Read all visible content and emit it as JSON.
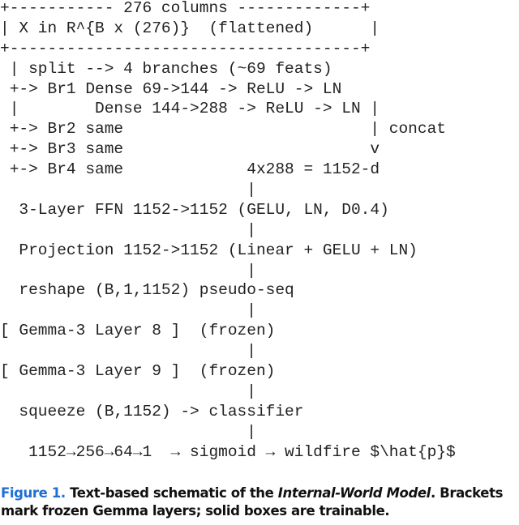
{
  "schematic_lines": [
    "+----------- 276 columns -------------+",
    "| X in R^{B x (276)}  (flattened)      |",
    "+-------------------------------------+",
    " | split --> 4 branches (~69 feats)",
    " +-> Br1 Dense 69->144 -> ReLU -> LN",
    " |        Dense 144->288 -> ReLU -> LN |",
    " +-> Br2 same                          | concat",
    " +-> Br3 same                          v",
    " +-> Br4 same             4x288 = 1152-d",
    "                          |",
    "  3-Layer FFN 1152->1152 (GELU, LN, D0.4)",
    "                          |",
    "  Projection 1152->1152 (Linear + GELU + LN)",
    "                          |",
    "  reshape (B,1,1152) pseudo-seq",
    "                          |",
    "[ Gemma-3 Layer 8 ]  (frozen)",
    "                          |",
    "[ Gemma-3 Layer 9 ]  (frozen)",
    "                          |",
    "  squeeze (B,1152) -> classifier",
    "                          |",
    "   1152→256→64→1  → sigmoid → wildfire $\\hat{p}$"
  ],
  "caption": {
    "label": "Figure 1.",
    "text_before": "Text-based schematic of the ",
    "text_italic": "Internal-World Model",
    "text_after": ". Brackets mark frozen Gemma layers; solid boxes are trainable."
  }
}
